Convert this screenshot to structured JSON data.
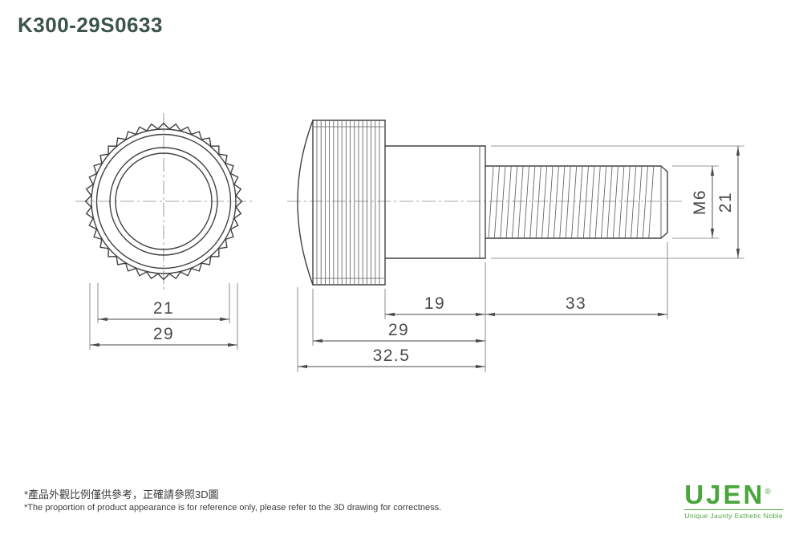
{
  "title": "K300-29S0633",
  "front_view": {
    "dim_inner": "21",
    "dim_outer": "29"
  },
  "side_view": {
    "dim_neck_length": "19",
    "dim_thread_length": "33",
    "dim_body_length": "29",
    "dim_overall_length": "32.5",
    "dim_thread_spec": "M6",
    "dim_shaft_diameter": "21"
  },
  "footnotes": {
    "zh": "*產品外觀比例僅供參考，正確請參照3D圖",
    "en": "*The proportion of product appearance is for reference only, please refer to the 3D drawing for correctness."
  },
  "logo": {
    "name": "UJEN",
    "reg": "®",
    "tagline": "Unique Jaunty Esthetic Noble"
  },
  "colors": {
    "brand_green": "#4aa63c",
    "title_text": "#3c544a",
    "drawing_line": "#414141"
  }
}
